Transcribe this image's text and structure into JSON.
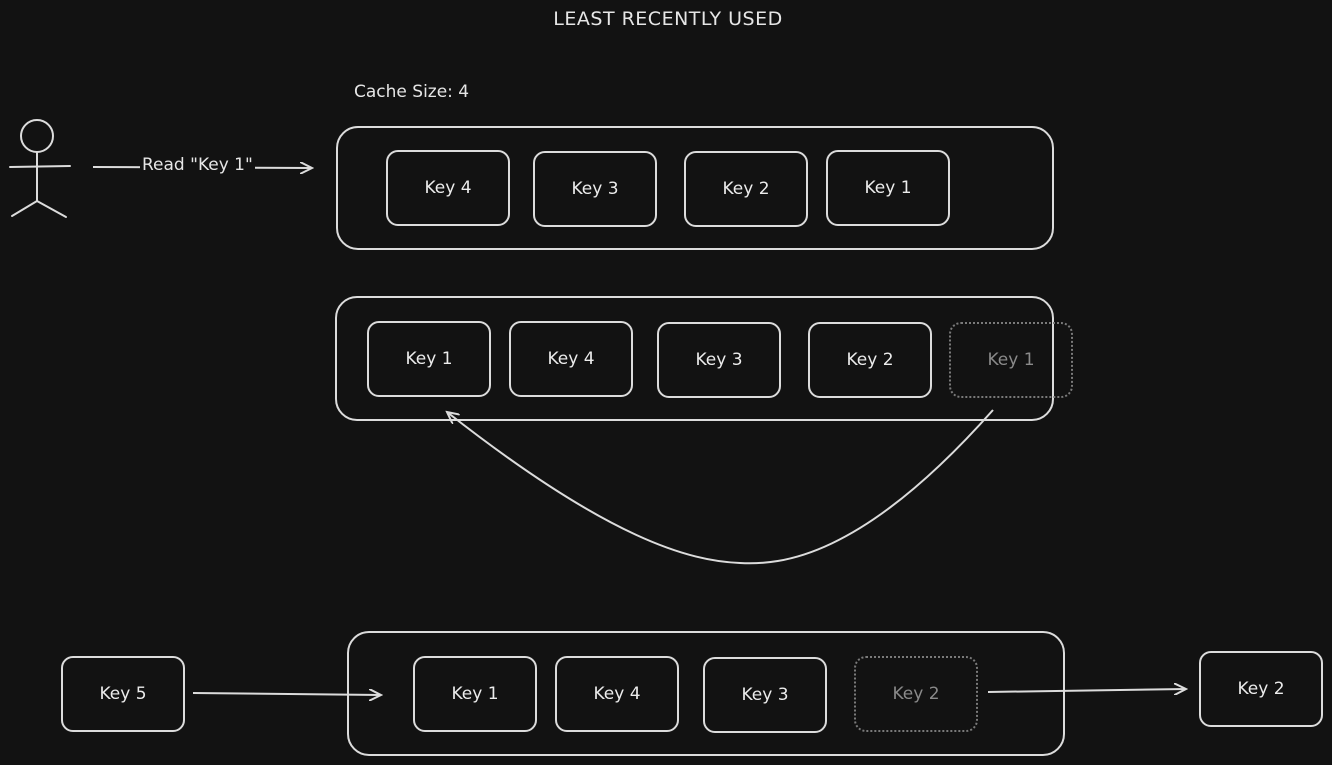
{
  "title": "LEAST RECENTLY USED",
  "cache_size_label": "Cache Size: 4",
  "read_label": "Read \"Key 1\"",
  "row1": [
    "Key 4",
    "Key 3",
    "Key 2",
    "Key 1"
  ],
  "row2": [
    "Key 1",
    "Key 4",
    "Key 3",
    "Key 2"
  ],
  "row2_ghost": "Key 1",
  "row3": [
    "Key 1",
    "Key 4",
    "Key 3"
  ],
  "row3_ghost": "Key 2",
  "incoming_key": "Key 5",
  "evicted_key": "Key 2",
  "colors": {
    "background": "#121212",
    "stroke": "#dcdcdc",
    "ghost": "#7a7a7a"
  }
}
